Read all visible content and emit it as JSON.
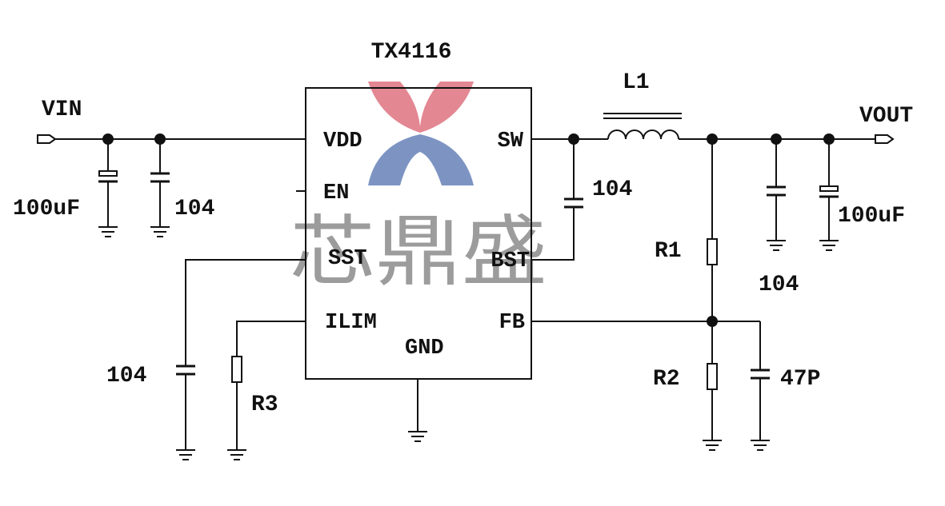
{
  "chip": {
    "name": "TX4116",
    "pins": {
      "vdd": "VDD",
      "en": "EN",
      "sst": "SST",
      "ilim": "ILIM",
      "gnd": "GND",
      "sw": "SW",
      "bst": "BST",
      "fb": "FB"
    }
  },
  "ports": {
    "input": "VIN",
    "output": "VOUT"
  },
  "components": {
    "inductor": "L1",
    "cin_bulk": "100uF",
    "cin_ceramic": "104",
    "c_boot": "104",
    "r1": "R1",
    "r2": "R2",
    "r3": "R3",
    "c_ff": "47P",
    "cout_ceramic": "104",
    "cout_bulk": "100uF",
    "c_ss": "104"
  },
  "watermark": {
    "text": "芯鼎盛",
    "colors": {
      "top": "#e07a86",
      "bottom": "#6f88bd",
      "text": "#8f8f8f"
    }
  }
}
